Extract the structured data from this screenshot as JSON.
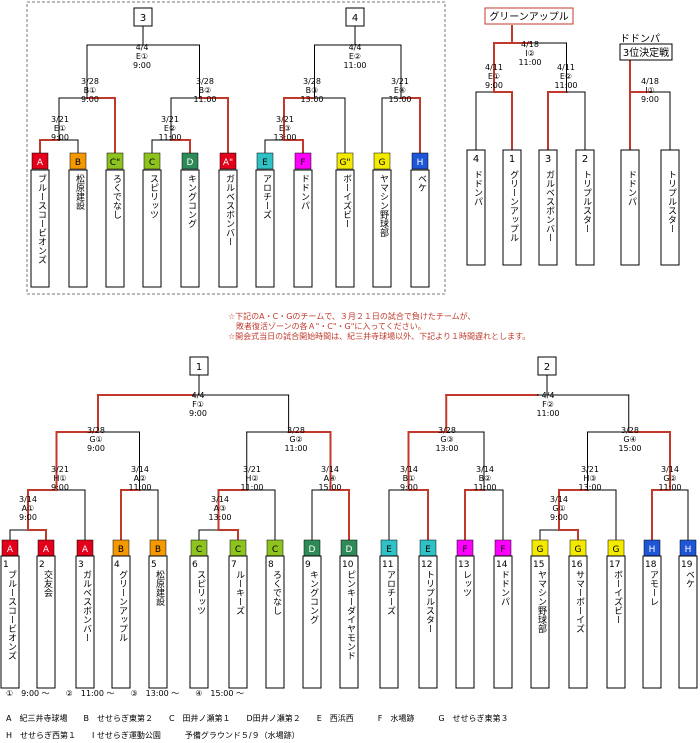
{
  "colors": {
    "A": "#e2001a",
    "B": "#f39800",
    "C": "#8dc21f",
    "D": "#2e8b57",
    "E": "#2ec1c6",
    "F": "#ff00ff",
    "G": "#f3ea00",
    "H": "#1e56d6"
  },
  "top_left": {
    "boxes": [
      "3",
      "4"
    ],
    "matches": [
      {
        "id": "m1",
        "date": "3/21",
        "sub": "E①",
        "time": "9:00"
      },
      {
        "id": "m2",
        "date": "3/28",
        "sub": "B①",
        "time": "9:00"
      },
      {
        "id": "m3",
        "date": "3/21",
        "sub": "E②",
        "time": "11:00"
      },
      {
        "id": "m4",
        "date": "3/28",
        "sub": "B②",
        "time": "11:00"
      },
      {
        "id": "m5",
        "date": "4/4",
        "sub": "E①",
        "time": "9:00"
      },
      {
        "id": "m6",
        "date": "3/21",
        "sub": "E③",
        "time": "13:00"
      },
      {
        "id": "m7",
        "date": "3/28",
        "sub": "B③",
        "time": "13:00"
      },
      {
        "id": "m8",
        "date": "3/21",
        "sub": "E④",
        "time": "15:00"
      },
      {
        "id": "m9",
        "date": "4/4",
        "sub": "E②",
        "time": "11:00"
      }
    ],
    "teams": [
      {
        "badge": "A",
        "color": "A",
        "name": "ブルースコービオンズ"
      },
      {
        "badge": "B",
        "color": "B",
        "name": "松原建設"
      },
      {
        "badge": "C\"",
        "color": "C",
        "name": "ろくでなし"
      },
      {
        "badge": "C",
        "color": "C",
        "name": "スピリッツ"
      },
      {
        "badge": "D",
        "color": "D",
        "name": "キングコング"
      },
      {
        "badge": "A\"",
        "color": "A",
        "name": "ガルベスボンバー"
      },
      {
        "badge": "E",
        "color": "E",
        "name": "アロチーズ"
      },
      {
        "badge": "F",
        "color": "F",
        "name": "ドドンパ"
      },
      {
        "badge": "G\"",
        "color": "G",
        "name": "ボーイズビー"
      },
      {
        "badge": "G",
        "color": "G",
        "name": "ヤマシン野球部"
      },
      {
        "badge": "H",
        "color": "H",
        "name": "ベケ"
      }
    ]
  },
  "top_right": {
    "winner_label": "グリーンアップル",
    "third_title": "ドドンパ",
    "third_label": "3位決定戦",
    "matches": [
      {
        "id": "r1",
        "date": "4/11",
        "sub": "E①",
        "time": "9:00"
      },
      {
        "id": "r2",
        "date": "4/11",
        "sub": "E②",
        "time": "11:00"
      },
      {
        "id": "r3",
        "date": "4/18",
        "sub": "I②",
        "time": "11:00"
      },
      {
        "id": "r4",
        "date": "4/18",
        "sub": "I①",
        "time": "9:00"
      }
    ],
    "teams": [
      {
        "num": "4",
        "name": "ドドンパ"
      },
      {
        "num": "1",
        "name": "グリーンアップル"
      },
      {
        "num": "3",
        "name": "ガルベスボンバー"
      },
      {
        "num": "2",
        "name": "トリプルスター"
      },
      {
        "num": "",
        "name": "ドドンパ"
      },
      {
        "num": "",
        "name": "トリプルスター"
      }
    ]
  },
  "notes": [
    "☆下記のA・C・Gのチームで、３月２１日の試合で負けたチームが、",
    "　敗者復活ゾーンの各Ａ\"・C\"・G\"に入ってください。",
    "☆開会式当日の試合開始時間は、紀三井寺球場以外、下記より１時間遅れとします。"
  ],
  "bottom": {
    "boxes": [
      "1",
      "2"
    ],
    "matches": [
      {
        "id": "b1",
        "date": "3/14",
        "sub": "A①",
        "time": "9:00"
      },
      {
        "id": "b2",
        "date": "3/21",
        "sub": "H①",
        "time": "9:00"
      },
      {
        "id": "b3",
        "date": "3/14",
        "sub": "A②",
        "time": "11:00"
      },
      {
        "id": "b4",
        "date": "3/28",
        "sub": "G①",
        "time": "9:00"
      },
      {
        "id": "b5",
        "date": "3/14",
        "sub": "A③",
        "time": "13:00"
      },
      {
        "id": "b6",
        "date": "3/21",
        "sub": "H②",
        "time": "11:00"
      },
      {
        "id": "b7",
        "date": "3/14",
        "sub": "A④",
        "time": "15:00"
      },
      {
        "id": "b8",
        "date": "3/28",
        "sub": "G②",
        "time": "11:00"
      },
      {
        "id": "b9",
        "date": "4/4",
        "sub": "F①",
        "time": "9:00"
      },
      {
        "id": "b10",
        "date": "3/14",
        "sub": "B①",
        "time": "9:00"
      },
      {
        "id": "b11",
        "date": "3/14",
        "sub": "B②",
        "time": "11:00"
      },
      {
        "id": "b12",
        "date": "3/28",
        "sub": "G③",
        "time": "13:00"
      },
      {
        "id": "b13",
        "date": "3/14",
        "sub": "G①",
        "time": "9:00"
      },
      {
        "id": "b14",
        "date": "3/21",
        "sub": "H③",
        "time": "13:00"
      },
      {
        "id": "b15",
        "date": "3/14",
        "sub": "G②",
        "time": "11:00"
      },
      {
        "id": "b16",
        "date": "3/28",
        "sub": "G④",
        "time": "15:00"
      },
      {
        "id": "b17",
        "date": "4/4",
        "sub": "F②",
        "time": "11:00"
      }
    ],
    "teams": [
      {
        "badge": "A",
        "color": "A",
        "num": "1",
        "name": "ブルースコービオンズ"
      },
      {
        "badge": "A",
        "color": "A",
        "num": "2",
        "name": "交友会"
      },
      {
        "badge": "A",
        "color": "A",
        "num": "3",
        "name": "ガルベスボンバー"
      },
      {
        "badge": "B",
        "color": "B",
        "num": "4",
        "name": "グリーンアップル"
      },
      {
        "badge": "B",
        "color": "B",
        "num": "5",
        "name": "松原建設"
      },
      {
        "badge": "C",
        "color": "C",
        "num": "6",
        "name": "スピリッツ"
      },
      {
        "badge": "C",
        "color": "C",
        "num": "7",
        "name": "ルーキーズ"
      },
      {
        "badge": "C",
        "color": "C",
        "num": "8",
        "name": "ろくでなし"
      },
      {
        "badge": "D",
        "color": "D",
        "num": "9",
        "name": "キングコング"
      },
      {
        "badge": "D",
        "color": "D",
        "num": "10",
        "name": "ピンキーダイヤモンド"
      },
      {
        "badge": "E",
        "color": "E",
        "num": "11",
        "name": "アロチーズ"
      },
      {
        "badge": "E",
        "color": "E",
        "num": "12",
        "name": "トリプルスター"
      },
      {
        "badge": "F",
        "color": "F",
        "num": "13",
        "name": "レッツ"
      },
      {
        "badge": "F",
        "color": "F",
        "num": "14",
        "name": "ドドンパ"
      },
      {
        "badge": "G",
        "color": "G",
        "num": "15",
        "name": "ヤマシン野球部"
      },
      {
        "badge": "G",
        "color": "G",
        "num": "16",
        "name": "サマーボーイズ"
      },
      {
        "badge": "G",
        "color": "G",
        "num": "17",
        "name": "ボーイズビー"
      },
      {
        "badge": "H",
        "color": "H",
        "num": "18",
        "name": "アモーレ"
      },
      {
        "badge": "H",
        "color": "H",
        "num": "19",
        "name": "ベケ"
      }
    ]
  },
  "legend": {
    "times": "①　9:00 ～　　②　11:00 ～　　③　13:00 ～　　④　15:00 ～",
    "venues1": "A　紀三井寺球場　　B　せせらぎ東第２　　C　田井ノ瀬第１　　D田井ノ瀬第２　　E　西浜西　　　F　水場跡　　　G　せせらぎ東第３",
    "venues2": "H　せせらぎ西第１　　I せせらぎ運動公園　　　予備グラウンド５/９（水場跡）"
  }
}
